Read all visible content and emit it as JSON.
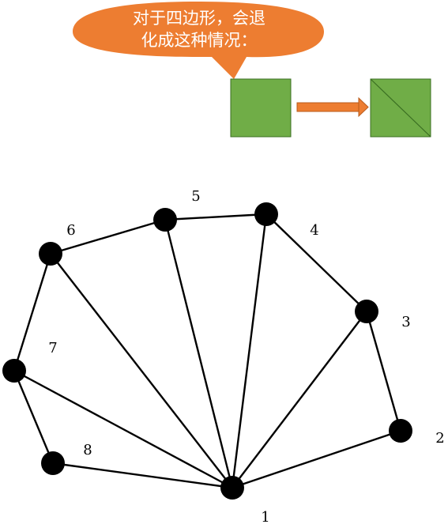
{
  "callout": {
    "line1": "对于四边形，会退",
    "line2": "化成这种情况："
  },
  "colors": {
    "callout_fill": "#ed7d31",
    "square_fill": "#70ad47",
    "square_stroke": "#3a6e22",
    "arrow_fill": "#ed7d31",
    "graph_stroke": "#000000"
  },
  "graph": {
    "node_labels": [
      "1",
      "2",
      "3",
      "4",
      "5",
      "6",
      "7",
      "8"
    ],
    "edges": [
      [
        "1",
        "2"
      ],
      [
        "2",
        "3"
      ],
      [
        "3",
        "4"
      ],
      [
        "4",
        "5"
      ],
      [
        "5",
        "6"
      ],
      [
        "6",
        "7"
      ],
      [
        "7",
        "8"
      ],
      [
        "8",
        "1"
      ],
      [
        "1",
        "3"
      ],
      [
        "1",
        "4"
      ],
      [
        "1",
        "5"
      ],
      [
        "1",
        "6"
      ],
      [
        "1",
        "7"
      ]
    ]
  }
}
